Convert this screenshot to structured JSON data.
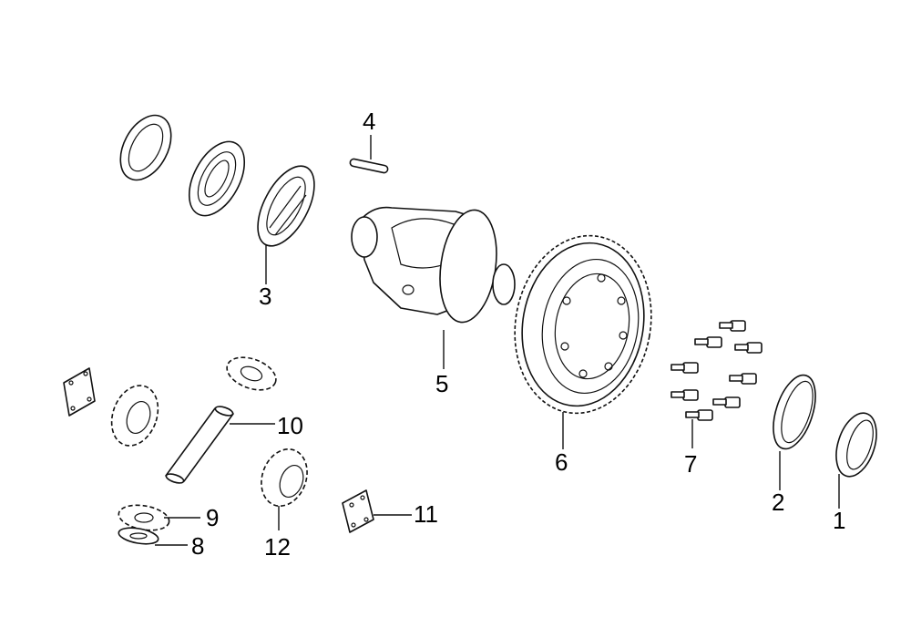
{
  "colors": {
    "line": "#111111",
    "background": "#ffffff"
  },
  "callouts": {
    "c1": "1",
    "c2": "2",
    "c3": "3",
    "c4": "4",
    "c5": "5",
    "c6": "6",
    "c7": "7",
    "c8": "8",
    "c9": "9",
    "c10": "10",
    "c11": "11",
    "c12": "12"
  }
}
